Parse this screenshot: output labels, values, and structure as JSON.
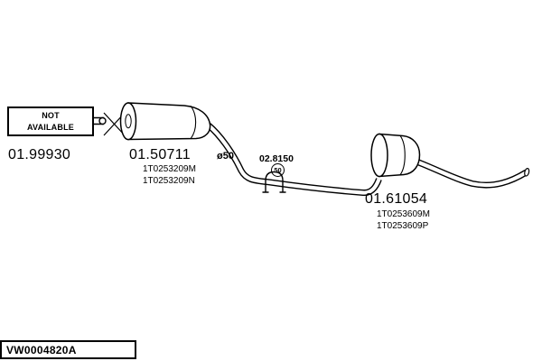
{
  "labels": {
    "not_available": {
      "line1": "NOT",
      "line2": "AVAILABLE"
    },
    "front_part_code": "01.99930",
    "mid_silencer": {
      "code": "01.50711",
      "part_numbers": [
        "1T0253209M",
        "1T0253209N"
      ]
    },
    "pipe_diameter": "ø50",
    "clamp": {
      "code": "02.8150",
      "badge": "50"
    },
    "rear_silencer": {
      "code": "01.61054",
      "part_numbers": [
        "1T0253609M",
        "1T0253609P"
      ]
    },
    "drawing_id": "VW0004820A"
  },
  "colors": {
    "ink": "#000000",
    "background": "#ffffff"
  }
}
